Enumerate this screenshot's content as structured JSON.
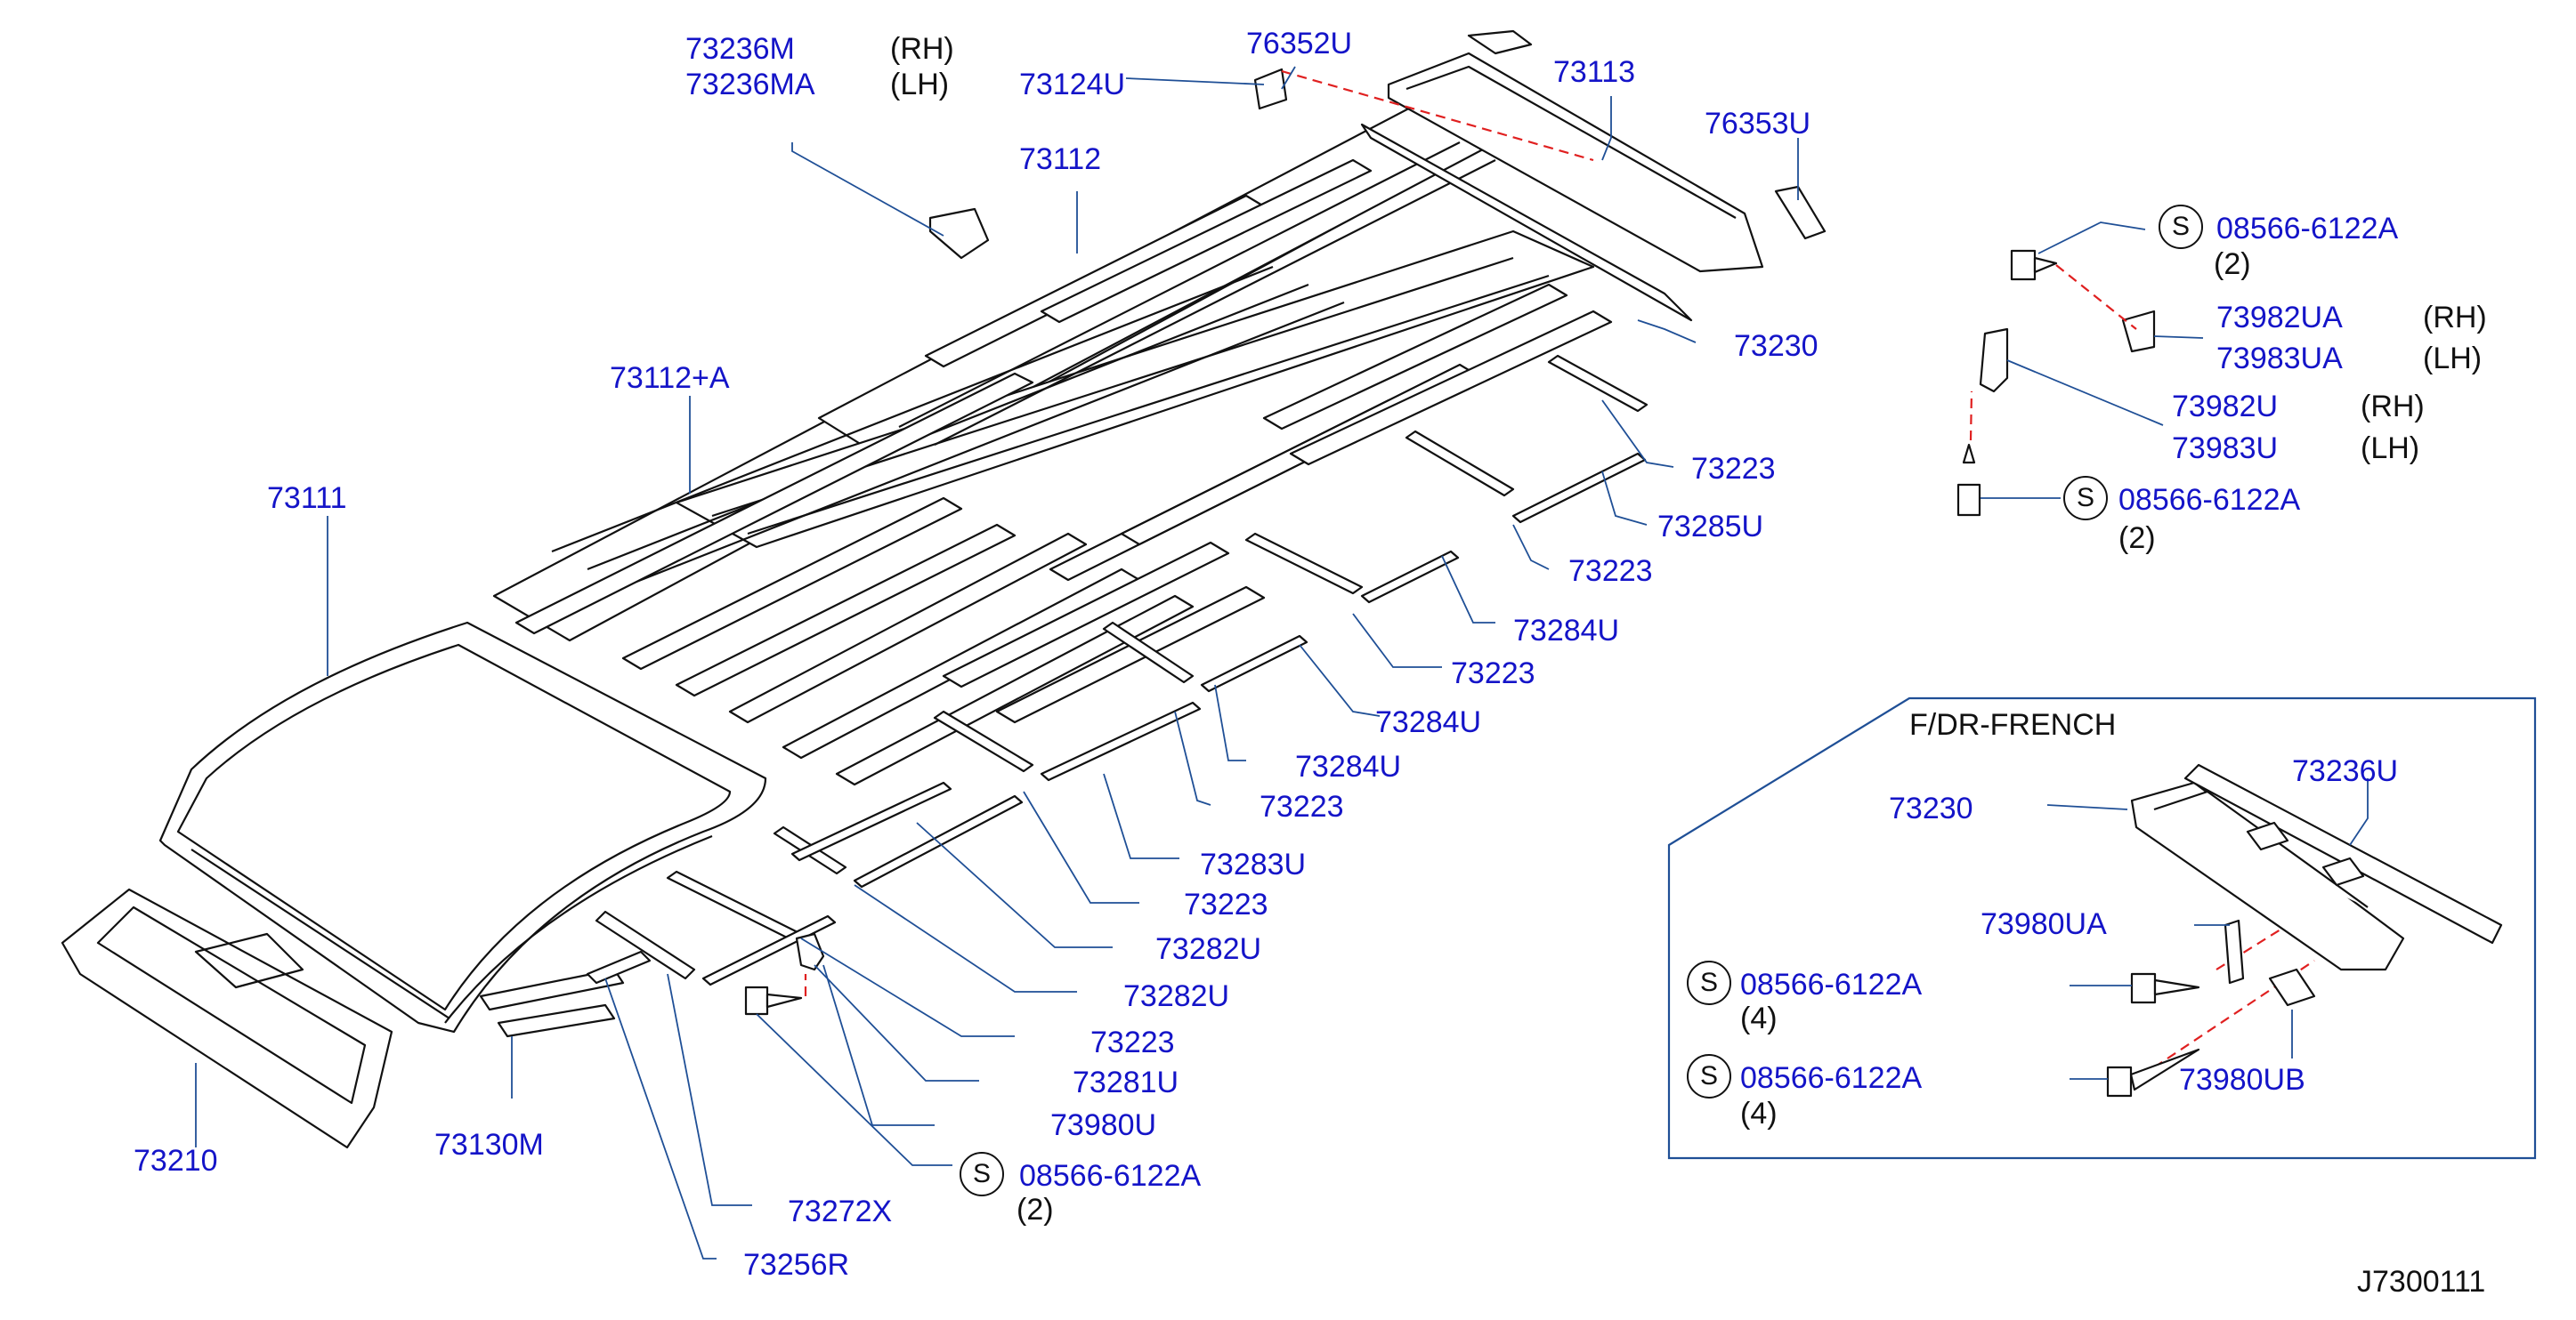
{
  "colors": {
    "label": "#1414c8",
    "leader": "#1f4f96",
    "lines": "#111111",
    "dash": "#e02020",
    "inset_border": "#1f4f96"
  },
  "diagram_code": "J7300111",
  "parts": {
    "p73236M": "73236M",
    "p73236M_side": "(RH)",
    "p73236MA": "73236MA",
    "p73236MA_side": "(LH)",
    "p76352U": "76352U",
    "p73124U": "73124U",
    "p73113": "73113",
    "p76353U": "76353U",
    "p73112": "73112",
    "p73230": "73230",
    "p73112A": "73112+A",
    "p73111": "73111",
    "p73223_a": "73223",
    "p73285U": "73285U",
    "p73223_b": "73223",
    "p73284U_a": "73284U",
    "p73223_c": "73223",
    "p73284U_b": "73284U",
    "p73284U_c": "73284U",
    "p73223_d": "73223",
    "p73283U": "73283U",
    "p73223_e": "73223",
    "p73282U_a": "73282U",
    "p73282U_b": "73282U",
    "p73223_f": "73223",
    "p73281U": "73281U",
    "p73980U": "73980U",
    "p73210": "73210",
    "p73130M": "73130M",
    "p73272X": "73272X",
    "p73256R": "73256R",
    "p73982UA": "73982UA",
    "p73982UA_side": "(RH)",
    "p73983UA": "73983UA",
    "p73983UA_side": "(LH)",
    "p73982U": "73982U",
    "p73982U_side": "(RH)",
    "p73983U": "73983U",
    "p73983U_side": "(LH)"
  },
  "bolts": {
    "s_mark": "S",
    "b1_num": "08566-6122A",
    "b1_qty": "(2)",
    "b2_num": "08566-6122A",
    "b2_qty": "(2)",
    "b3_num": "08566-6122A",
    "b3_qty": "(2)"
  },
  "inset": {
    "title": "F/DR-FRENCH",
    "p73236U": "73236U",
    "p73230": "73230",
    "p73980UA": "73980UA",
    "p73980UB": "73980UB",
    "b4_num": "08566-6122A",
    "b4_qty": "(4)",
    "b5_num": "08566-6122A",
    "b5_qty": "(4)"
  }
}
